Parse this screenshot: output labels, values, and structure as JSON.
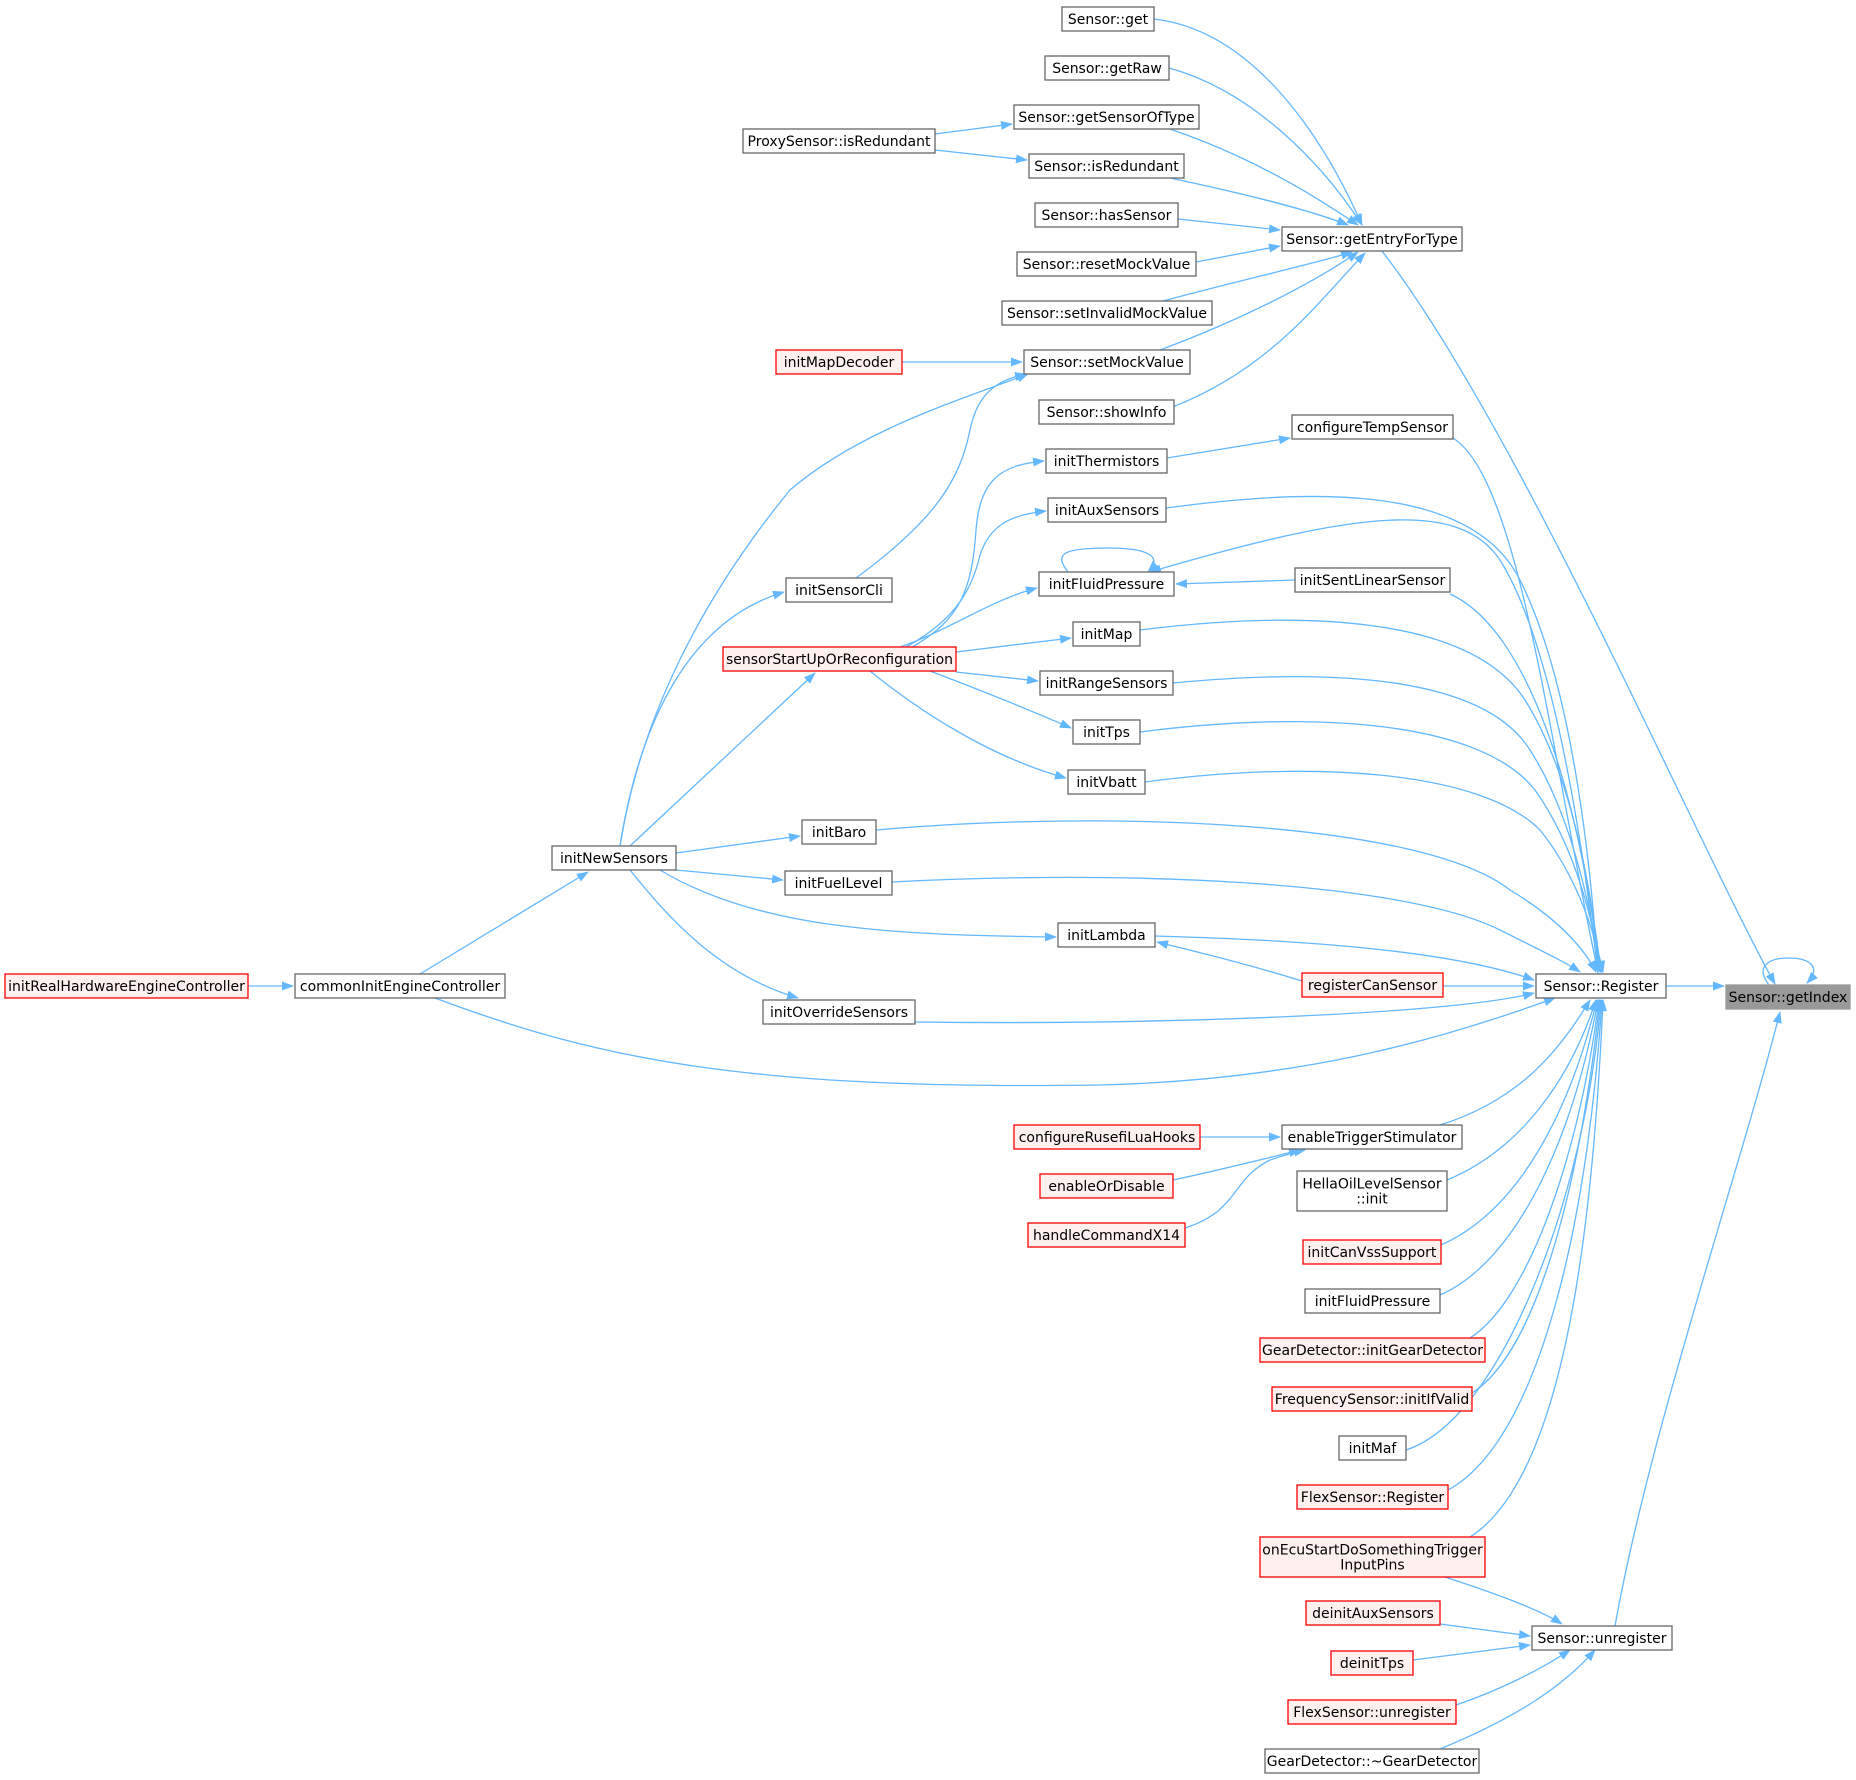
{
  "colors": {
    "edge": "#63b8ff",
    "node_border": "#666666",
    "node_fill": "#ffffff",
    "truncated_border": "#ff0000",
    "truncated_fill": "#fff0f0",
    "focus_border": "#999999",
    "focus_fill": "#999999",
    "text": "#000000"
  },
  "nodes": [
    {
      "id": "getIndex",
      "lines": [
        "Sensor::getIndex"
      ],
      "style": "focus"
    },
    {
      "id": "register",
      "lines": [
        "Sensor::Register"
      ],
      "style": "normal"
    },
    {
      "id": "unregister",
      "lines": [
        "Sensor::unregister"
      ],
      "style": "normal"
    },
    {
      "id": "getEntryForType",
      "lines": [
        "Sensor::getEntryForType"
      ],
      "style": "normal"
    },
    {
      "id": "get",
      "lines": [
        "Sensor::get"
      ],
      "style": "normal"
    },
    {
      "id": "getRaw",
      "lines": [
        "Sensor::getRaw"
      ],
      "style": "normal"
    },
    {
      "id": "getSensorOfType",
      "lines": [
        "Sensor::getSensorOfType"
      ],
      "style": "normal"
    },
    {
      "id": "isRedundant",
      "lines": [
        "Sensor::isRedundant"
      ],
      "style": "normal"
    },
    {
      "id": "proxyIsRedundant",
      "lines": [
        "ProxySensor::isRedundant"
      ],
      "style": "normal"
    },
    {
      "id": "hasSensor",
      "lines": [
        "Sensor::hasSensor"
      ],
      "style": "normal"
    },
    {
      "id": "resetMockValue",
      "lines": [
        "Sensor::resetMockValue"
      ],
      "style": "normal"
    },
    {
      "id": "setInvalidMockValue",
      "lines": [
        "Sensor::setInvalidMockValue"
      ],
      "style": "normal"
    },
    {
      "id": "setMockValue",
      "lines": [
        "Sensor::setMockValue"
      ],
      "style": "normal"
    },
    {
      "id": "initMapDecoder",
      "lines": [
        "initMapDecoder"
      ],
      "style": "truncated"
    },
    {
      "id": "showInfo",
      "lines": [
        "Sensor::showInfo"
      ],
      "style": "normal"
    },
    {
      "id": "configureTempSensor",
      "lines": [
        "configureTempSensor"
      ],
      "style": "normal"
    },
    {
      "id": "initThermistors",
      "lines": [
        "initThermistors"
      ],
      "style": "normal"
    },
    {
      "id": "initAuxSensors",
      "lines": [
        "initAuxSensors"
      ],
      "style": "normal"
    },
    {
      "id": "initFluidPressure",
      "lines": [
        "initFluidPressure"
      ],
      "style": "normal"
    },
    {
      "id": "initSentLinearSensor",
      "lines": [
        "initSentLinearSensor"
      ],
      "style": "normal"
    },
    {
      "id": "initSensorCli",
      "lines": [
        "initSensorCli"
      ],
      "style": "normal"
    },
    {
      "id": "initMap",
      "lines": [
        "initMap"
      ],
      "style": "normal"
    },
    {
      "id": "sensorStartUp",
      "lines": [
        "sensorStartUpOrReconfiguration"
      ],
      "style": "truncated"
    },
    {
      "id": "initRangeSensors",
      "lines": [
        "initRangeSensors"
      ],
      "style": "normal"
    },
    {
      "id": "initTps",
      "lines": [
        "initTps"
      ],
      "style": "normal"
    },
    {
      "id": "initVbatt",
      "lines": [
        "initVbatt"
      ],
      "style": "normal"
    },
    {
      "id": "initBaro",
      "lines": [
        "initBaro"
      ],
      "style": "normal"
    },
    {
      "id": "initNewSensors",
      "lines": [
        "initNewSensors"
      ],
      "style": "normal"
    },
    {
      "id": "initFuelLevel",
      "lines": [
        "initFuelLevel"
      ],
      "style": "normal"
    },
    {
      "id": "initLambda",
      "lines": [
        "initLambda"
      ],
      "style": "normal"
    },
    {
      "id": "registerCanSensor",
      "lines": [
        "registerCanSensor"
      ],
      "style": "truncated"
    },
    {
      "id": "initRealHardware",
      "lines": [
        "initRealHardwareEngineController"
      ],
      "style": "truncated"
    },
    {
      "id": "commonInit",
      "lines": [
        "commonInitEngineController"
      ],
      "style": "normal"
    },
    {
      "id": "initOverrideSensors",
      "lines": [
        "initOverrideSensors"
      ],
      "style": "normal"
    },
    {
      "id": "enableTriggerStimulator",
      "lines": [
        "enableTriggerStimulator"
      ],
      "style": "normal"
    },
    {
      "id": "configureRusefiLuaHooks",
      "lines": [
        "configureRusefiLuaHooks"
      ],
      "style": "truncated"
    },
    {
      "id": "enableOrDisable",
      "lines": [
        "enableOrDisable"
      ],
      "style": "truncated"
    },
    {
      "id": "handleCommandX14",
      "lines": [
        "handleCommandX14"
      ],
      "style": "truncated"
    },
    {
      "id": "hellaOilInit",
      "lines": [
        "HellaOilLevelSensor",
        "::init"
      ],
      "style": "normal"
    },
    {
      "id": "initCanVssSupport",
      "lines": [
        "initCanVssSupport"
      ],
      "style": "truncated"
    },
    {
      "id": "initFluidPressure2",
      "lines": [
        "initFluidPressure"
      ],
      "style": "normal"
    },
    {
      "id": "initGearDetector",
      "lines": [
        "GearDetector::initGearDetector"
      ],
      "style": "truncated"
    },
    {
      "id": "initIfValid",
      "lines": [
        "FrequencySensor::initIfValid"
      ],
      "style": "truncated"
    },
    {
      "id": "initMaf",
      "lines": [
        "initMaf"
      ],
      "style": "normal"
    },
    {
      "id": "flexRegister",
      "lines": [
        "FlexSensor::Register"
      ],
      "style": "truncated"
    },
    {
      "id": "onEcuStart",
      "lines": [
        "onEcuStartDoSomethingTrigger",
        "InputPins"
      ],
      "style": "truncated"
    },
    {
      "id": "deinitAuxSensors",
      "lines": [
        "deinitAuxSensors"
      ],
      "style": "truncated"
    },
    {
      "id": "deinitTps",
      "lines": [
        "deinitTps"
      ],
      "style": "truncated"
    },
    {
      "id": "flexUnregister",
      "lines": [
        "FlexSensor::unregister"
      ],
      "style": "truncated"
    },
    {
      "id": "gearDetectorDtor",
      "lines": [
        "GearDetector::~GearDetector"
      ],
      "style": "normal"
    }
  ],
  "edges": [
    {
      "caller": "getIndex",
      "callee": "getIndex"
    },
    {
      "caller": "register",
      "callee": "getIndex"
    },
    {
      "caller": "unregister",
      "callee": "getIndex"
    },
    {
      "caller": "getEntryForType",
      "callee": "getIndex"
    },
    {
      "caller": "get",
      "callee": "getEntryForType"
    },
    {
      "caller": "getRaw",
      "callee": "getEntryForType"
    },
    {
      "caller": "getSensorOfType",
      "callee": "getEntryForType"
    },
    {
      "caller": "isRedundant",
      "callee": "getEntryForType"
    },
    {
      "caller": "hasSensor",
      "callee": "getEntryForType"
    },
    {
      "caller": "resetMockValue",
      "callee": "getEntryForType"
    },
    {
      "caller": "setInvalidMockValue",
      "callee": "getEntryForType"
    },
    {
      "caller": "setMockValue",
      "callee": "getEntryForType"
    },
    {
      "caller": "showInfo",
      "callee": "getEntryForType"
    },
    {
      "caller": "proxyIsRedundant",
      "callee": "getSensorOfType"
    },
    {
      "caller": "proxyIsRedundant",
      "callee": "isRedundant"
    },
    {
      "caller": "initMapDecoder",
      "callee": "setMockValue"
    },
    {
      "caller": "initSensorCli",
      "callee": "setMockValue"
    },
    {
      "caller": "initNewSensors",
      "callee": "setMockValue"
    },
    {
      "caller": "configureTempSensor",
      "callee": "register"
    },
    {
      "caller": "initThermistors",
      "callee": "configureTempSensor"
    },
    {
      "caller": "initAuxSensors",
      "callee": "register"
    },
    {
      "caller": "initFluidPressure",
      "callee": "initFluidPressure"
    },
    {
      "caller": "register",
      "callee": "initFluidPressure"
    },
    {
      "caller": "initSentLinearSensor",
      "callee": "initFluidPressure"
    },
    {
      "caller": "initSentLinearSensor",
      "callee": "register"
    },
    {
      "caller": "initMap",
      "callee": "register"
    },
    {
      "caller": "initRangeSensors",
      "callee": "register"
    },
    {
      "caller": "initTps",
      "callee": "register"
    },
    {
      "caller": "initVbatt",
      "callee": "register"
    },
    {
      "caller": "sensorStartUp",
      "callee": "initThermistors"
    },
    {
      "caller": "sensorStartUp",
      "callee": "initAuxSensors"
    },
    {
      "caller": "sensorStartUp",
      "callee": "initFluidPressure"
    },
    {
      "caller": "sensorStartUp",
      "callee": "initMap"
    },
    {
      "caller": "sensorStartUp",
      "callee": "initRangeSensors"
    },
    {
      "caller": "sensorStartUp",
      "callee": "initTps"
    },
    {
      "caller": "sensorStartUp",
      "callee": "initVbatt"
    },
    {
      "caller": "initNewSensors",
      "callee": "initSensorCli"
    },
    {
      "caller": "initNewSensors",
      "callee": "sensorStartUp"
    },
    {
      "caller": "initBaro",
      "callee": "register"
    },
    {
      "caller": "initFuelLevel",
      "callee": "register"
    },
    {
      "caller": "initLambda",
      "callee": "register"
    },
    {
      "caller": "initNewSensors",
      "callee": "initBaro"
    },
    {
      "caller": "initNewSensors",
      "callee": "initFuelLevel"
    },
    {
      "caller": "initNewSensors",
      "callee": "initLambda"
    },
    {
      "caller": "initNewSensors",
      "callee": "initOverrideSensors"
    },
    {
      "caller": "registerCanSensor",
      "callee": "initLambda"
    },
    {
      "caller": "registerCanSensor",
      "callee": "register"
    },
    {
      "caller": "initOverrideSensors",
      "callee": "register"
    },
    {
      "caller": "commonInit",
      "callee": "initNewSensors"
    },
    {
      "caller": "commonInit",
      "callee": "register"
    },
    {
      "caller": "initRealHardware",
      "callee": "commonInit"
    },
    {
      "caller": "enableTriggerStimulator",
      "callee": "register"
    },
    {
      "caller": "configureRusefiLuaHooks",
      "callee": "enableTriggerStimulator"
    },
    {
      "caller": "enableOrDisable",
      "callee": "enableTriggerStimulator"
    },
    {
      "caller": "handleCommandX14",
      "callee": "enableTriggerStimulator"
    },
    {
      "caller": "hellaOilInit",
      "callee": "register"
    },
    {
      "caller": "initCanVssSupport",
      "callee": "register"
    },
    {
      "caller": "initFluidPressure2",
      "callee": "register"
    },
    {
      "caller": "initGearDetector",
      "callee": "register"
    },
    {
      "caller": "initIfValid",
      "callee": "register"
    },
    {
      "caller": "initMaf",
      "callee": "register"
    },
    {
      "caller": "flexRegister",
      "callee": "register"
    },
    {
      "caller": "onEcuStart",
      "callee": "register"
    },
    {
      "caller": "onEcuStart",
      "callee": "unregister"
    },
    {
      "caller": "deinitAuxSensors",
      "callee": "unregister"
    },
    {
      "caller": "deinitTps",
      "callee": "unregister"
    },
    {
      "caller": "flexUnregister",
      "callee": "unregister"
    },
    {
      "caller": "gearDetectorDtor",
      "callee": "unregister"
    }
  ]
}
